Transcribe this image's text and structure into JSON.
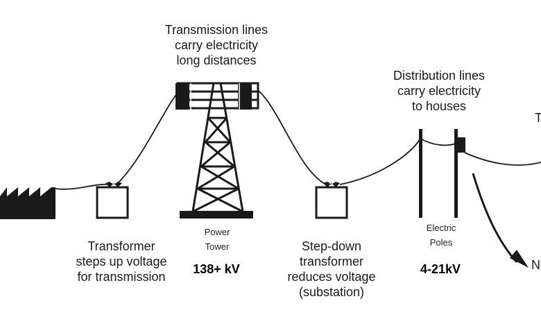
{
  "labels": {
    "transmission": [
      "Transmission lines",
      "carry electricity",
      "long distances"
    ],
    "distribution": [
      "Distribution lines",
      "carry electricity",
      "to houses"
    ],
    "step_up": [
      "Transformer",
      "steps up voltage",
      "for transmission"
    ],
    "tower": [
      "Power",
      "Tower"
    ],
    "step_down": [
      "Step-down",
      "transformer",
      "reduces voltage",
      "(substation)"
    ],
    "poles": [
      "Electric",
      "Poles"
    ],
    "voltage_high": "138+ kV",
    "voltage_low": "4-21kV",
    "cut_right_top": "T",
    "cut_right_bottom": "N"
  },
  "colors": {
    "ink": "#1a1a1a",
    "background": "#ffffff"
  },
  "icons": [
    "power-plant-icon",
    "transformer-icon",
    "transmission-tower-icon",
    "substation-transformer-icon",
    "utility-pole-icon",
    "arrow-icon"
  ]
}
